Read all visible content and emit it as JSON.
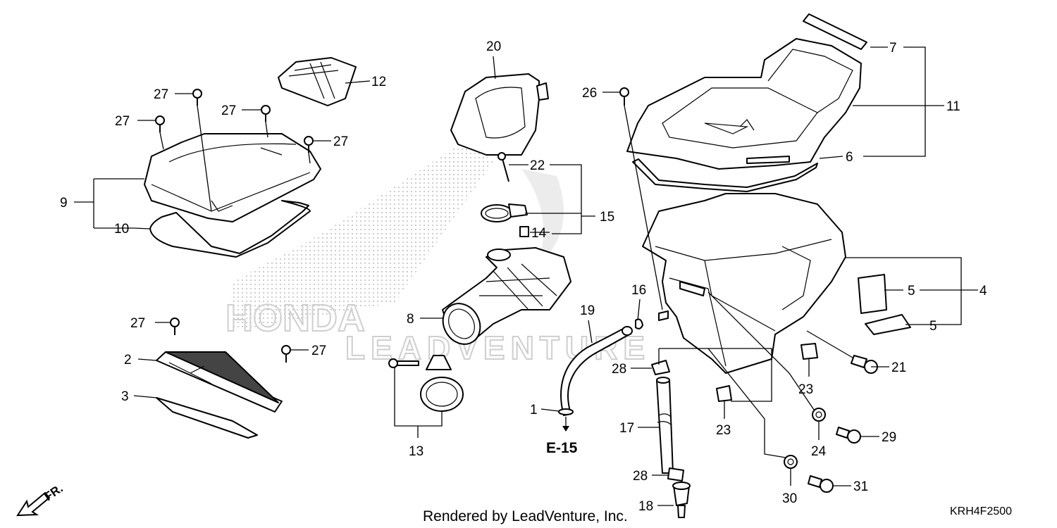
{
  "callouts": {
    "p1": "1",
    "p2": "2",
    "p3": "3",
    "p4": "4",
    "p5a": "5",
    "p5b": "5",
    "p6": "6",
    "p7": "7",
    "p8": "8",
    "p9": "9",
    "p10": "10",
    "p11": "11",
    "p12": "12",
    "p13": "13",
    "p14": "14",
    "p15": "15",
    "p16": "16",
    "p17": "17",
    "p18": "18",
    "p19": "19",
    "p20": "20",
    "p21": "21",
    "p22": "22",
    "p23a": "23",
    "p23b": "23",
    "p24": "24",
    "p26": "26",
    "p27a": "27",
    "p27b": "27",
    "p27c": "27",
    "p27d": "27",
    "p27e": "27",
    "p27f": "27",
    "p28a": "28",
    "p28b": "28",
    "p29": "29",
    "p30": "30",
    "p31": "31"
  },
  "reference": "E-15",
  "direction": "FR.",
  "watermark": {
    "brand": "HONDA",
    "dealer": "LEADVENTURE"
  },
  "footer": {
    "rendered_by": "Rendered by LeadVenture, Inc.",
    "diagram_code": "KRH4F2500"
  }
}
